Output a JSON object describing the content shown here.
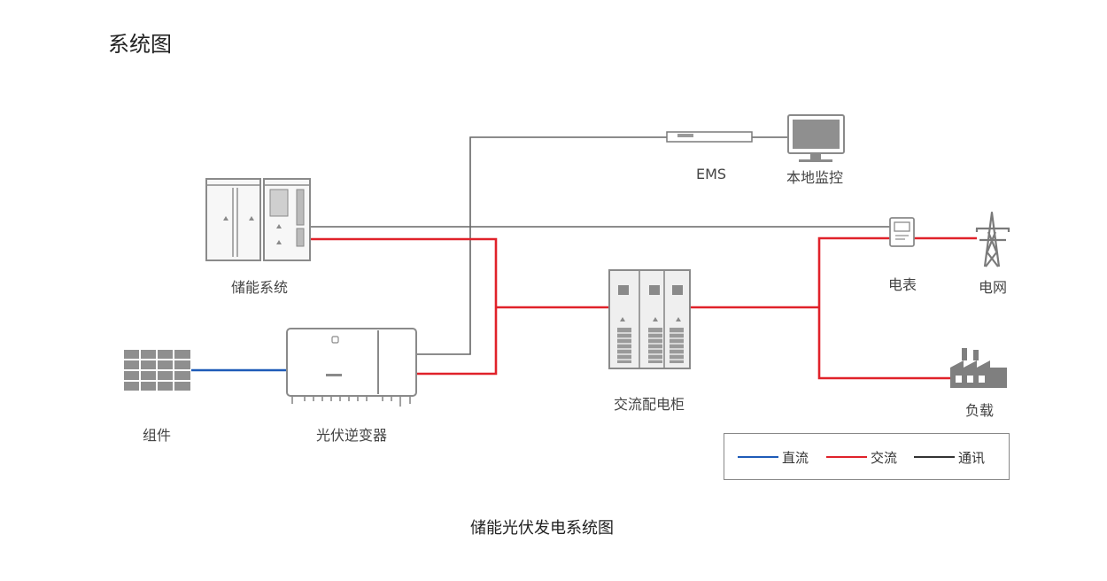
{
  "page_title": "系统图",
  "caption": "储能光伏发电系统图",
  "colors": {
    "dc": "#1e5bb8",
    "ac": "#e0222a",
    "comm": "#555555",
    "device": "#8a8a8a"
  },
  "nodes": {
    "panels": "组件",
    "inverter": "光伏逆变器",
    "storage": "储能系统",
    "cabinet": "交流配电柜",
    "ems": "EMS",
    "monitor": "本地监控",
    "meter": "电表",
    "grid": "电网",
    "load": "负载"
  },
  "legend": [
    {
      "label": "直流",
      "color": "#1e5bb8",
      "icon": "dc-line"
    },
    {
      "label": "交流",
      "color": "#e0222a",
      "icon": "ac-line"
    },
    {
      "label": "通讯",
      "color": "#333333",
      "icon": "comm-line"
    }
  ]
}
